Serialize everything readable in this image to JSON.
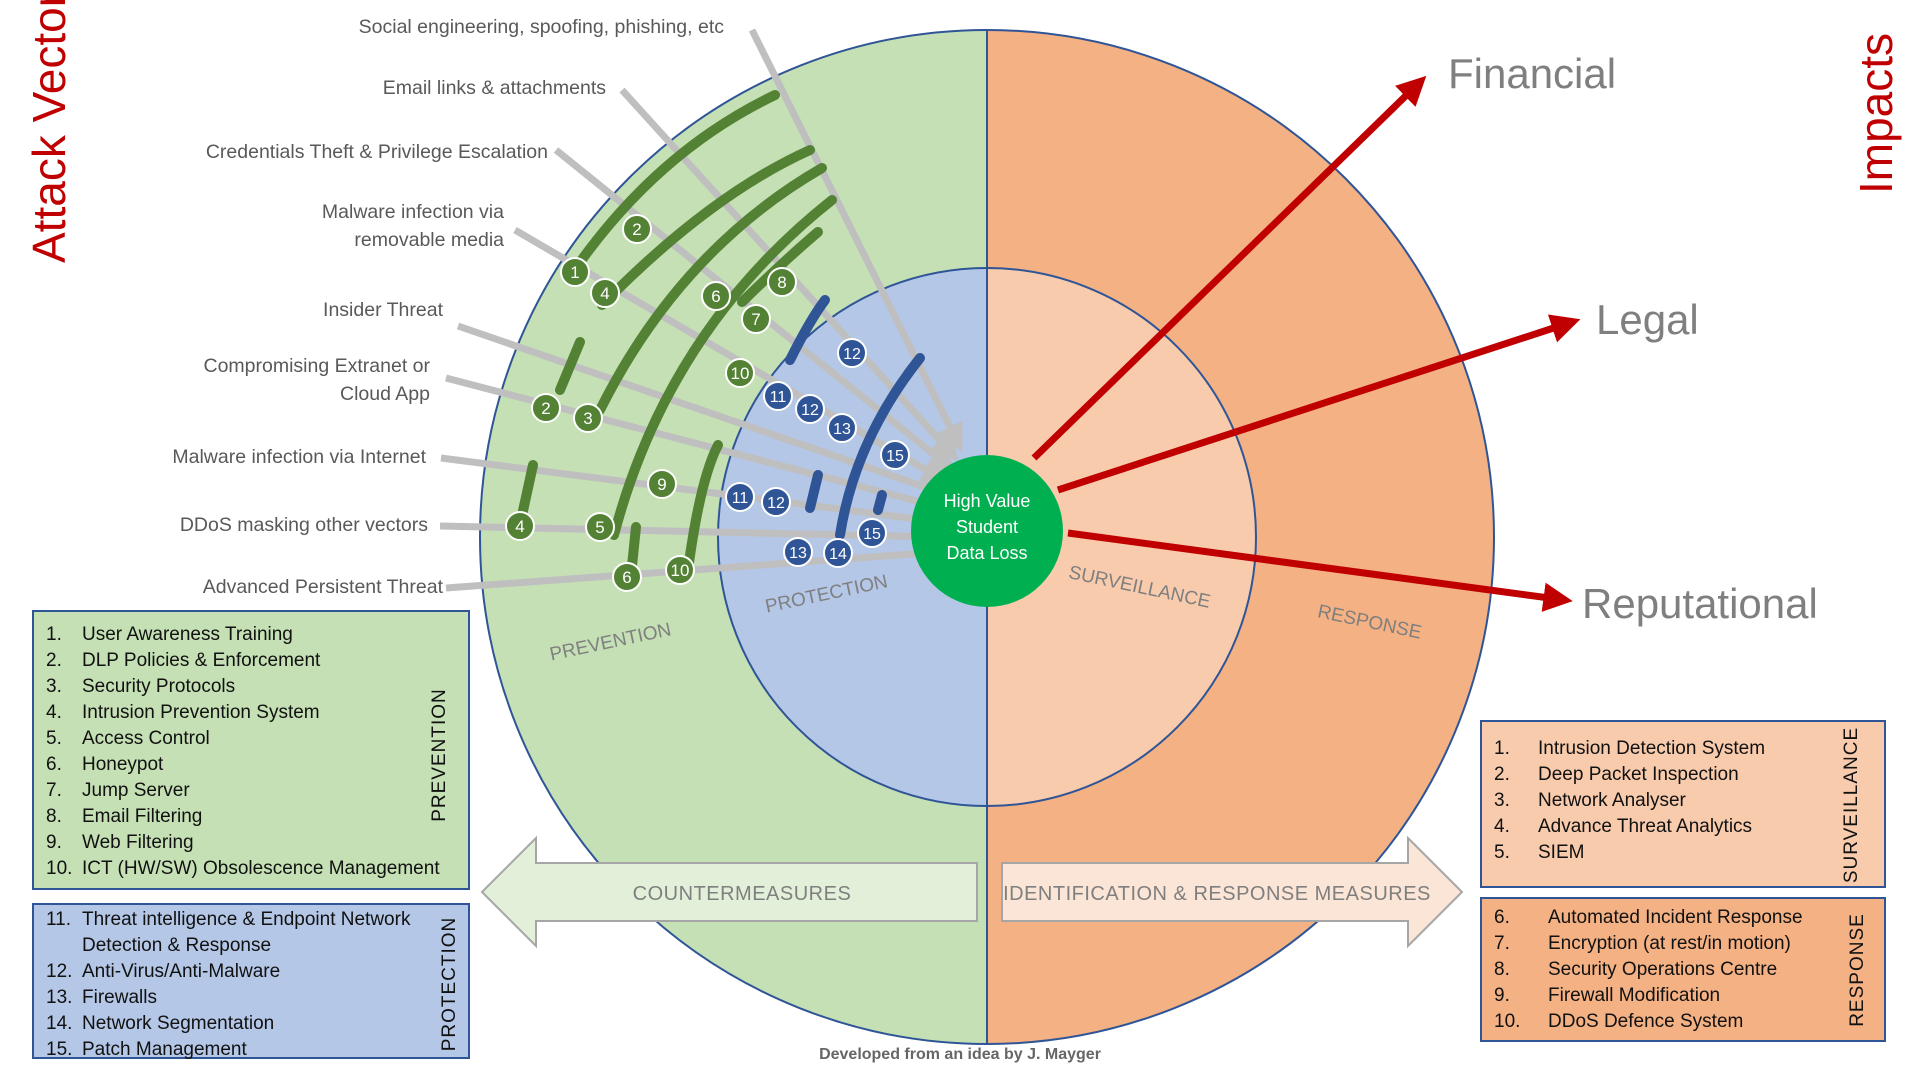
{
  "titles": {
    "attack_vectors": "Attack Vectors",
    "impacts": "Impacts"
  },
  "center": {
    "line1": "High Value",
    "line2": "Student",
    "line3": "Data Loss"
  },
  "zones": {
    "prevention": "PREVENTION",
    "protection": "PROTECTION",
    "surveillance": "SURVEILLANCE",
    "response": "RESPONSE"
  },
  "arrows": {
    "countermeasures": "COUNTERMEASURES",
    "identification": "IDENTIFICATION & RESPONSE MEASURES"
  },
  "impacts": [
    {
      "label": "Financial"
    },
    {
      "label": "Legal"
    },
    {
      "label": "Reputational"
    }
  ],
  "attack_vectors": [
    {
      "lines": [
        "Social engineering, spoofing, phishing, etc"
      ]
    },
    {
      "lines": [
        "Email links & attachments"
      ]
    },
    {
      "lines": [
        "Credentials Theft & Privilege Escalation"
      ]
    },
    {
      "lines": [
        "Malware infection via",
        "removable media"
      ]
    },
    {
      "lines": [
        "Insider Threat"
      ]
    },
    {
      "lines": [
        "Compromising Extranet or",
        "Cloud App"
      ]
    },
    {
      "lines": [
        "Malware infection via Internet"
      ]
    },
    {
      "lines": [
        "DDoS masking other vectors"
      ]
    },
    {
      "lines": [
        "Advanced Persistent Threat"
      ]
    }
  ],
  "badges": {
    "green": [
      "1",
      "2",
      "4",
      "6",
      "7",
      "8",
      "10",
      "2",
      "3",
      "9",
      "4",
      "5",
      "6",
      "10"
    ],
    "blue": [
      "12",
      "11",
      "12",
      "13",
      "15",
      "11",
      "12",
      "13",
      "14",
      "15"
    ]
  },
  "legend": {
    "prevention": {
      "label": "PREVENTION",
      "items": [
        {
          "n": "1.",
          "t": "User Awareness Training"
        },
        {
          "n": "2.",
          "t": "DLP Policies & Enforcement"
        },
        {
          "n": "3.",
          "t": "Security Protocols"
        },
        {
          "n": "4.",
          "t": "Intrusion Prevention System"
        },
        {
          "n": "5.",
          "t": "Access Control"
        },
        {
          "n": "6.",
          "t": "Honeypot"
        },
        {
          "n": "7.",
          "t": "Jump Server"
        },
        {
          "n": "8.",
          "t": "Email Filtering"
        },
        {
          "n": "9.",
          "t": "Web Filtering"
        },
        {
          "n": "10.",
          "t": "ICT (HW/SW) Obsolescence Management"
        }
      ]
    },
    "protection": {
      "label": "PROTECTION",
      "items": [
        {
          "n": "11.",
          "t": "Threat intelligence & Endpoint Network Detection & Response"
        },
        {
          "n": "12.",
          "t": "Anti-Virus/Anti-Malware"
        },
        {
          "n": "13.",
          "t": "Firewalls"
        },
        {
          "n": "14.",
          "t": "Network Segmentation"
        },
        {
          "n": "15.",
          "t": "Patch Management"
        }
      ]
    },
    "surveillance": {
      "label": "SURVEILLANCE",
      "items": [
        {
          "n": "1.",
          "t": "Intrusion Detection System"
        },
        {
          "n": "2.",
          "t": "Deep Packet Inspection"
        },
        {
          "n": "3.",
          "t": "Network Analyser"
        },
        {
          "n": "4.",
          "t": "Advance Threat Analytics"
        },
        {
          "n": "5.",
          "t": "SIEM"
        }
      ]
    },
    "response": {
      "label": "RESPONSE",
      "items": [
        {
          "n": "6.",
          "t": "Automated Incident Response"
        },
        {
          "n": "7.",
          "t": "Encryption (at rest/in motion)"
        },
        {
          "n": "8.",
          "t": "Security Operations Centre"
        },
        {
          "n": "9.",
          "t": "Firewall Modification"
        },
        {
          "n": "10.",
          "t": "DDoS Defence System"
        }
      ]
    }
  },
  "footer": "Developed from an idea by J. Mayger",
  "colors": {
    "prevention_fill": "#c5e0b4",
    "protection_fill": "#b4c7e7",
    "surveillance_fill": "#f8cbad",
    "response_fill": "#f4b183",
    "green_mark": "#548235",
    "blue_mark": "#2f5597",
    "center": "#00b050",
    "impact_arrow": "#c00000",
    "title": "#c00000",
    "vector_arrow": "#bfbfbf"
  }
}
